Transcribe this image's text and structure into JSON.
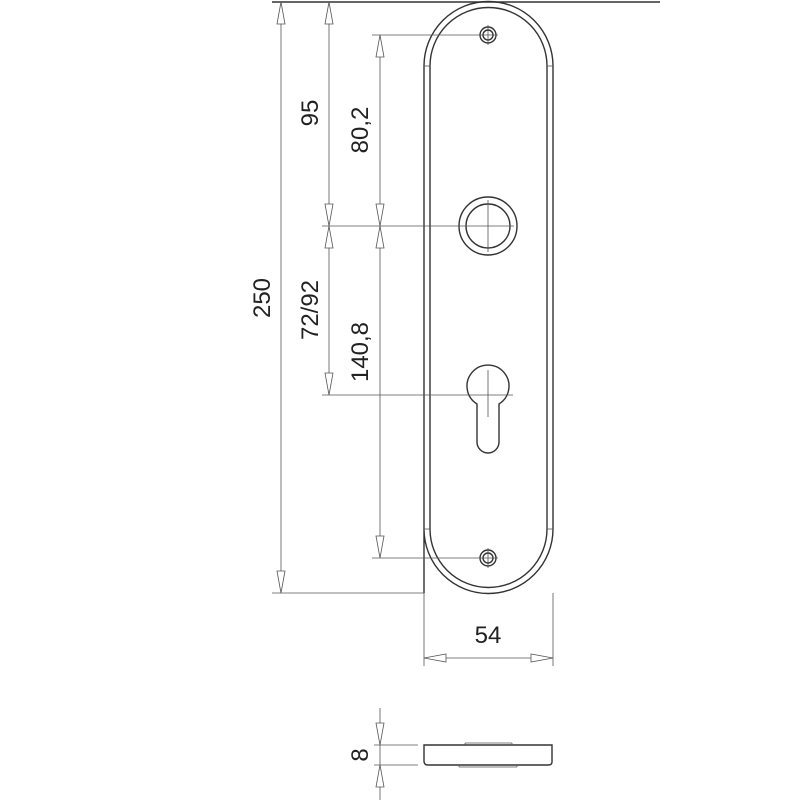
{
  "drawing": {
    "dimensions": {
      "total_height": "250",
      "top_to_handle": "95",
      "handle_to_key": "72/92",
      "top_screw_to_handle": "80,2",
      "handle_to_bottom_screw": "140,8",
      "width": "54",
      "thickness": "8"
    }
  }
}
